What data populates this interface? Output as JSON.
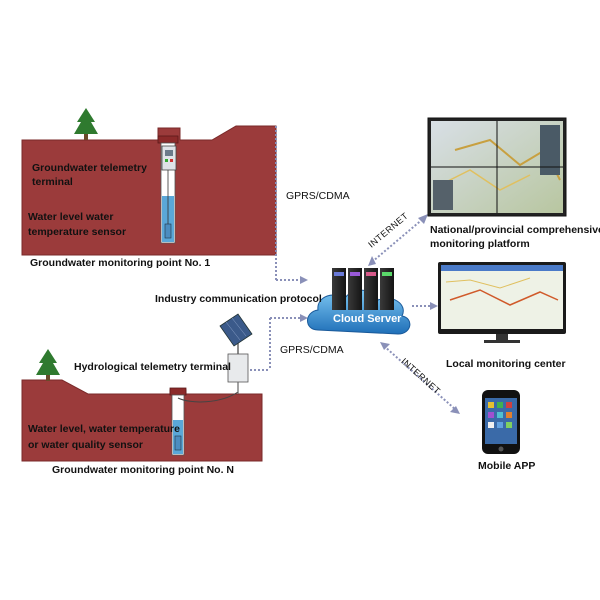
{
  "labels": {
    "telemetry_terminal_line1": "Groundwater telemetry",
    "telemetry_terminal_line2": "terminal",
    "sensor_line1": "Water level water",
    "sensor_line2": "temperature sensor",
    "point_1": "Groundwater monitoring point No. 1",
    "hydro_terminal": "Hydrological telemetry terminal",
    "sensor_n_line1": "Water level, water temperature",
    "sensor_n_line2": "or water quality sensor",
    "point_n": "Groundwater monitoring point No. N",
    "gprs_top": "GPRS/CDMA",
    "gprs_bottom": "GPRS/CDMA",
    "industry_protocol": "Industry communication protocol",
    "cloud_server": "Cloud Server",
    "internet_top": "INTERNET",
    "internet_bottom": "INTERNET",
    "national_line1": "National/provincial comprehensive",
    "national_line2": "monitoring platform",
    "local_center": "Local monitoring center",
    "mobile_app": "Mobile APP"
  },
  "colors": {
    "ground": "#9b3b3b",
    "ground_edge": "#7a2a2a",
    "sky_grass": "#ffffff",
    "dashed_link": "#8a90b8",
    "cloud": "#2f8fd6",
    "water": "#5aa7d8",
    "tree": "#2f7a2f"
  },
  "icons": [
    "tree-icon",
    "server-rack-icon",
    "cloud-icon",
    "video-wall-icon",
    "monitor-icon",
    "smartphone-icon",
    "solar-panel-icon",
    "telemetry-box-icon",
    "well-icon"
  ]
}
